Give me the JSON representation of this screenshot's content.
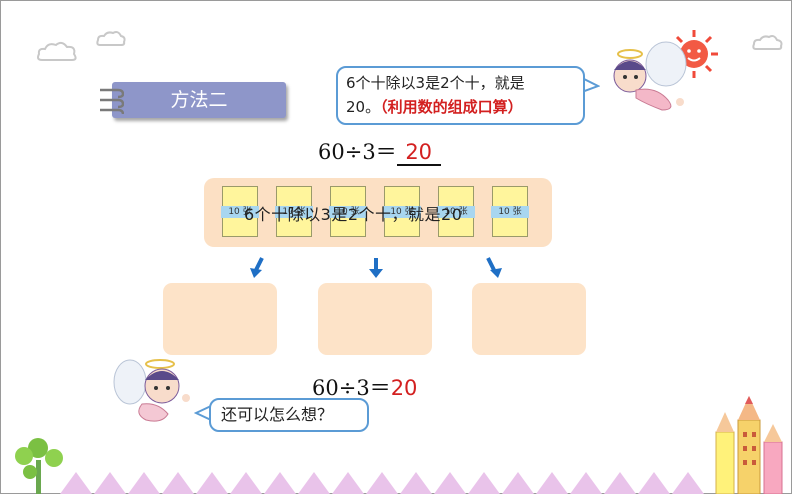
{
  "slide": {
    "method_tab": "方法二",
    "top_bubble": {
      "line1": "6个十除以3是2个十，就是",
      "line2_prefix": "20。",
      "line2_red": "（利用数的组成口算）"
    },
    "equation_top": {
      "expr": "60÷3＝",
      "answer": "20"
    },
    "bundles": [
      {
        "label": "10 张"
      },
      {
        "label": "10 张"
      },
      {
        "label": "10 张"
      },
      {
        "label": "10 张"
      },
      {
        "label": "10 张"
      },
      {
        "label": "10 张"
      }
    ],
    "overlay_text": "6个十除以3是2个十，就是20",
    "equation_bottom": {
      "expr": "60÷3＝",
      "answer": "20"
    },
    "bottom_bubble": "还可以怎么想？"
  },
  "icons": [
    "cloud-icon",
    "sun-icon",
    "angel-icon",
    "tree-icon",
    "pencil-icon",
    "ring-binder-icon",
    "arrow-down-icon"
  ],
  "colors": {
    "tab": "#8e96c9",
    "answer": "#d32020",
    "panel": "#fce0c4",
    "bubble_border": "#5b9bd5",
    "arrow": "#1f6fc5"
  }
}
